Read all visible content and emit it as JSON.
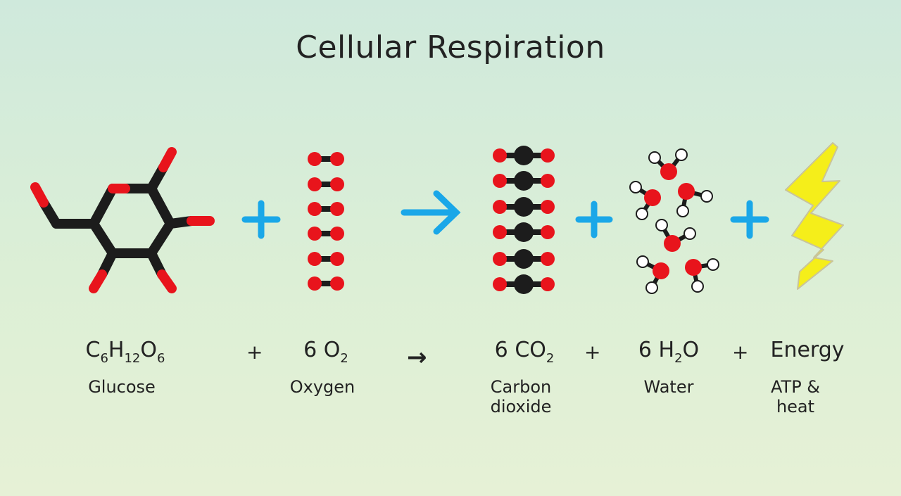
{
  "title": "Cellular Respiration",
  "colors": {
    "oxygen": "#e8141c",
    "carbon": "#1c1c1c",
    "hydrogen": "#ffffff",
    "bond": "#1c1c1c",
    "operator": "#1aa7e8",
    "energy": "#f5ee1a"
  },
  "reactants": [
    {
      "formula_parts": [
        "C",
        "6",
        "H",
        "12",
        "O",
        "6"
      ],
      "name": "Glucose"
    },
    {
      "coef": "6",
      "formula_parts": [
        "O",
        "2"
      ],
      "name": "Oxygen"
    }
  ],
  "products": [
    {
      "coef": "6",
      "formula_parts": [
        "CO",
        "2"
      ],
      "name_line1": "Carbon",
      "name_line2": "dioxide"
    },
    {
      "coef": "6",
      "formula_parts": [
        "H",
        "2",
        "O"
      ],
      "name": "Water"
    },
    {
      "formula": "Energy",
      "name_line1": "ATP &",
      "name_line2": "heat"
    }
  ],
  "operators": {
    "plus": "+",
    "yields": "→"
  }
}
